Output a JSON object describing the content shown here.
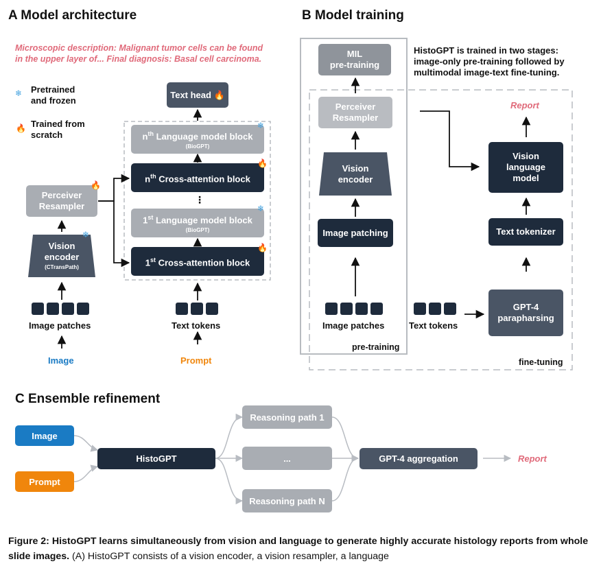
{
  "sectionA": {
    "title": "A Model architecture",
    "description_line1": "Microscopic description: Malignant tumor cells can be found",
    "description_line2": "in the upper layer of... Final diagnosis: Basal cell carcinoma.",
    "legend_frozen_line1": "Pretrained",
    "legend_frozen_line2": "and frozen",
    "legend_scratch_line1": "Trained from",
    "legend_scratch_line2": "scratch",
    "text_head": "Text head",
    "lm_block_n_pre": "n",
    "lm_block_n_sup": "th",
    "lm_block_n_post": " Language model block",
    "lm_block_n_sub": "(BioGPT)",
    "ca_block_n_pre": "n",
    "ca_block_n_sup": "th",
    "ca_block_n_post": " Cross-attention block",
    "ellipsis": "⋮",
    "lm_block_1_pre": "1",
    "lm_block_1_sup": "st",
    "lm_block_1_post": " Language model block",
    "lm_block_1_sub": "(BioGPT)",
    "ca_block_1_pre": "1",
    "ca_block_1_sup": "st",
    "ca_block_1_post": " Cross-attention block",
    "perceiver_line1": "Perceiver",
    "perceiver_line2": "Resampler",
    "vision_line1": "Vision",
    "vision_line2": "encoder",
    "vision_sub": "(CTransPath)",
    "image_patches": "Image patches",
    "text_tokens": "Text tokens",
    "image": "Image",
    "prompt": "Prompt"
  },
  "sectionB": {
    "title": "B Model training",
    "mil_line1": "MIL",
    "mil_line2": "pre-training",
    "note_line1": "HistoGPT is trained in two stages:",
    "note_line2": "image-only pre-training followed by",
    "note_line3": "multimodal image-text fine-tuning.",
    "perceiver_line1": "Perceiver",
    "perceiver_line2": "Resampler",
    "vision_line1": "Vision",
    "vision_line2": "encoder",
    "image_patching": "Image patching",
    "image_patches": "Image patches",
    "pretraining": "pre-training",
    "report": "Report",
    "vlm_line1": "Vision",
    "vlm_line2": "language",
    "vlm_line3": "model",
    "text_tokenizer": "Text tokenizer",
    "gpt4_line1": "GPT-4",
    "gpt4_line2": "parapharsing",
    "text_tokens": "Text tokens",
    "finetuning": "fine-tuning"
  },
  "sectionC": {
    "title": "C Ensemble refinement",
    "image": "Image",
    "prompt": "Prompt",
    "histogpt": "HistoGPT",
    "path1": "Reasoning path 1",
    "path_mid": "...",
    "pathN": "Reasoning path N",
    "aggregation": "GPT-4 aggregation",
    "report": "Report"
  },
  "caption": {
    "bold": "Figure 2: HistoGPT learns simultaneously from vision and language to generate highly accurate histology reports from whole slide images.",
    "normal": " (A) HistoGPT consists of a vision encoder, a vision resampler, a language"
  },
  "colors": {
    "dark": "#1e2b3c",
    "mid": "#4a5565",
    "light": "#a9adb3",
    "image_blue": "#1a7bc4",
    "prompt_orange": "#f0860c",
    "report_red": "#e06a7a"
  },
  "icons": {
    "frozen": "snowflake-icon",
    "scratch": "flame-icon"
  }
}
